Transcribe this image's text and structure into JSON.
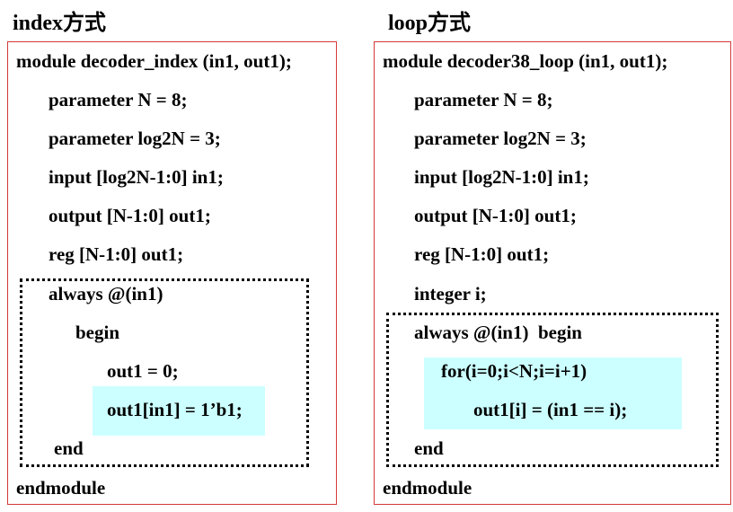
{
  "colors": {
    "panel_border": "#d43a3a",
    "highlight": "#ccffff",
    "text": "#000000"
  },
  "left": {
    "title": "index方式",
    "lines": [
      "module decoder_index (in1, out1);",
      "parameter N = 8;",
      "parameter log2N = 3;",
      "input [log2N-1:0] in1;",
      "output [N-1:0] out1;",
      "reg [N-1:0] out1;",
      "always @(in1)",
      "begin",
      "out1 = 0;",
      "out1[in1] = 1’b1;",
      "end",
      "endmodule"
    ]
  },
  "right": {
    "title": "loop方式",
    "lines": [
      "module decoder38_loop (in1, out1);",
      "parameter N = 8;",
      "parameter log2N = 3;",
      "input [log2N-1:0] in1;",
      "output [N-1:0] out1;",
      "reg [N-1:0] out1;",
      "integer i;",
      "always @(in1)  begin",
      "for(i=0;i<N;i=i+1)",
      "out1[i] = (in1 == i);",
      "end",
      "endmodule"
    ]
  }
}
